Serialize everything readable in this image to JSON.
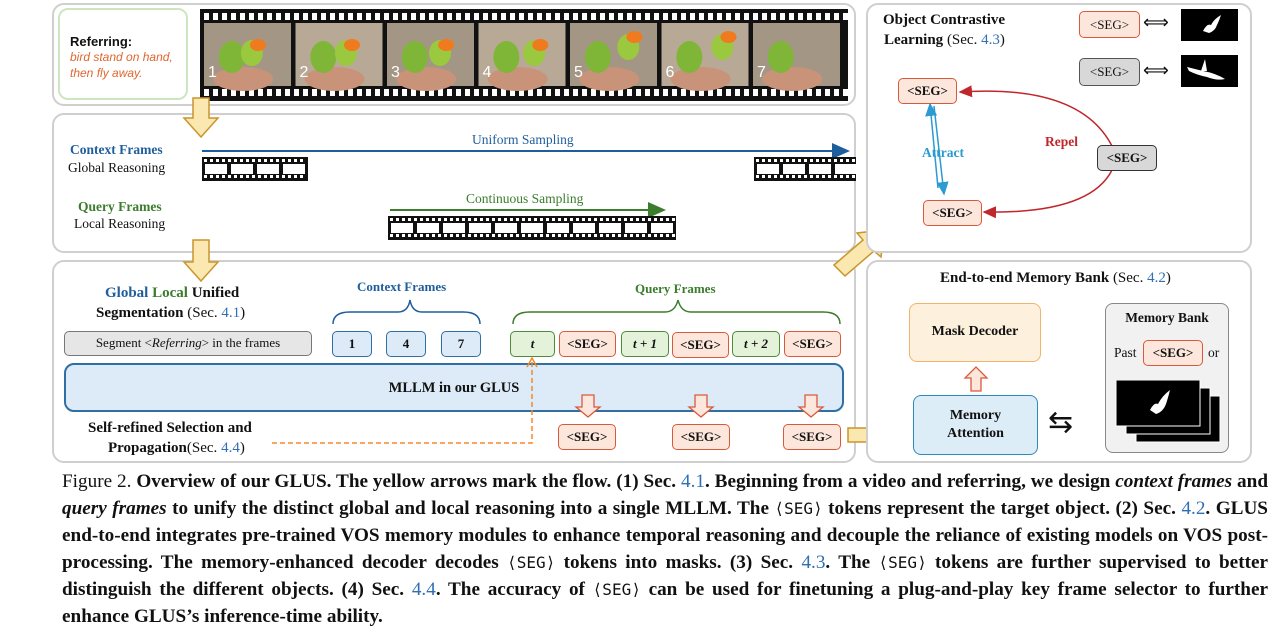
{
  "referring": {
    "title": "Referring:",
    "text_line1": "bird stand on hand,",
    "text_line2": "then fly away."
  },
  "frames": {
    "numbers": [
      "1",
      "2",
      "3",
      "4",
      "5",
      "6",
      "7"
    ]
  },
  "sampling": {
    "context_title": "Context Frames",
    "context_sub": "Global Reasoning",
    "query_title": "Query Frames",
    "query_sub": "Local Reasoning",
    "uniform": "Uniform Sampling",
    "continuous": "Continuous Sampling"
  },
  "glus": {
    "title_global": "Global",
    "title_local": "Local",
    "title_unified": "Unified",
    "title_line2": "Segmentation",
    "title_sec_pre": "(Sec. ",
    "title_sec_num": "4.1",
    "title_sec_post": ")",
    "prompt_pre": "Segment <",
    "prompt_ref": "Referring",
    "prompt_post": "> in the frames",
    "context_label": "Context Frames",
    "query_label": "Query Frames",
    "ctx_frames": [
      "1",
      "4",
      "7"
    ],
    "query_tokens": [
      "t",
      "<SEG>",
      "t + 1",
      "<SEG>",
      "t + 2",
      "<SEG>"
    ],
    "mllm": "MLLM in our GLUS",
    "selfref_line1": "Self-refined Selection and",
    "selfref_line2": "Propagation",
    "selfref_sec_pre": "(Sec. ",
    "selfref_sec_num": "4.4",
    "selfref_sec_post": ")",
    "out_tokens": [
      "<SEG>",
      "<SEG>",
      "<SEG>"
    ]
  },
  "contrastive": {
    "title_line1": "Object Contrastive",
    "title_line2": "Learning",
    "sec_pre": " (Sec. ",
    "sec_num": "4.3",
    "sec_post": ")",
    "seg1": "<SEG>",
    "seg2": "<SEG>",
    "arrow": "⟺",
    "top": "<SEG>",
    "right": "<SEG>",
    "bottom": "<SEG>",
    "attract": "Attract",
    "repel": "Repel"
  },
  "memory": {
    "title": "End-to-end Memory Bank",
    "sec_pre": " (Sec. ",
    "sec_num": "4.2",
    "sec_post": ")",
    "decoder": "Mask Decoder",
    "attention_line1": "Memory",
    "attention_line2": "Attention",
    "bank_title": "Memory Bank",
    "past": "Past",
    "seg": "<SEG>",
    "or": "or",
    "swap": "⇆"
  },
  "colors": {
    "context_blue": "#1f5e9c",
    "query_green": "#3b7d2c",
    "token_red": "#d9593c",
    "link_blue": "#2f6fb3",
    "repel_red": "#c0272d",
    "attract_blue": "#2b9bd1",
    "arrow_yellow": "#fbe7b0"
  },
  "caption": {
    "fig": "Figure 2.",
    "s1": " Overview of our GLUS. The yellow arrows mark the flow. ",
    "n1": "(1)",
    "s2": " Sec. ",
    "r1": "4.1",
    "s3": ". Beginning from a video and referring, we design ",
    "em1": "context frames",
    "s4": " and ",
    "em2": "query frames",
    "s5": " to unify the distinct global and local reasoning into a single MLLM. The ",
    "seg_a": "⟨SEG⟩",
    "s6": " tokens represent the target object. ",
    "n2": "(2)",
    "s7": " Sec. ",
    "r2": "4.2",
    "s8": ". GLUS end-to-end integrates pre-trained VOS memory modules to enhance temporal reasoning and decouple the reliance of existing models on VOS post-processing. The memory-enhanced decoder decodes ",
    "seg_b": "⟨SEG⟩",
    "s9": " tokens into masks. ",
    "n3": "(3)",
    "s10": " Sec. ",
    "r3": "4.3",
    "s11": ". The ",
    "seg_c": "⟨SEG⟩",
    "s12": " tokens are further supervised to better distinguish the different objects. ",
    "n4": "(4)",
    "s13": " Sec. ",
    "r4": "4.4",
    "s14": ". The accuracy of ",
    "seg_d": "⟨SEG⟩",
    "s15": " can be used for finetuning a plug-and-play key frame selector to further enhance GLUS’s inference-time ability."
  }
}
